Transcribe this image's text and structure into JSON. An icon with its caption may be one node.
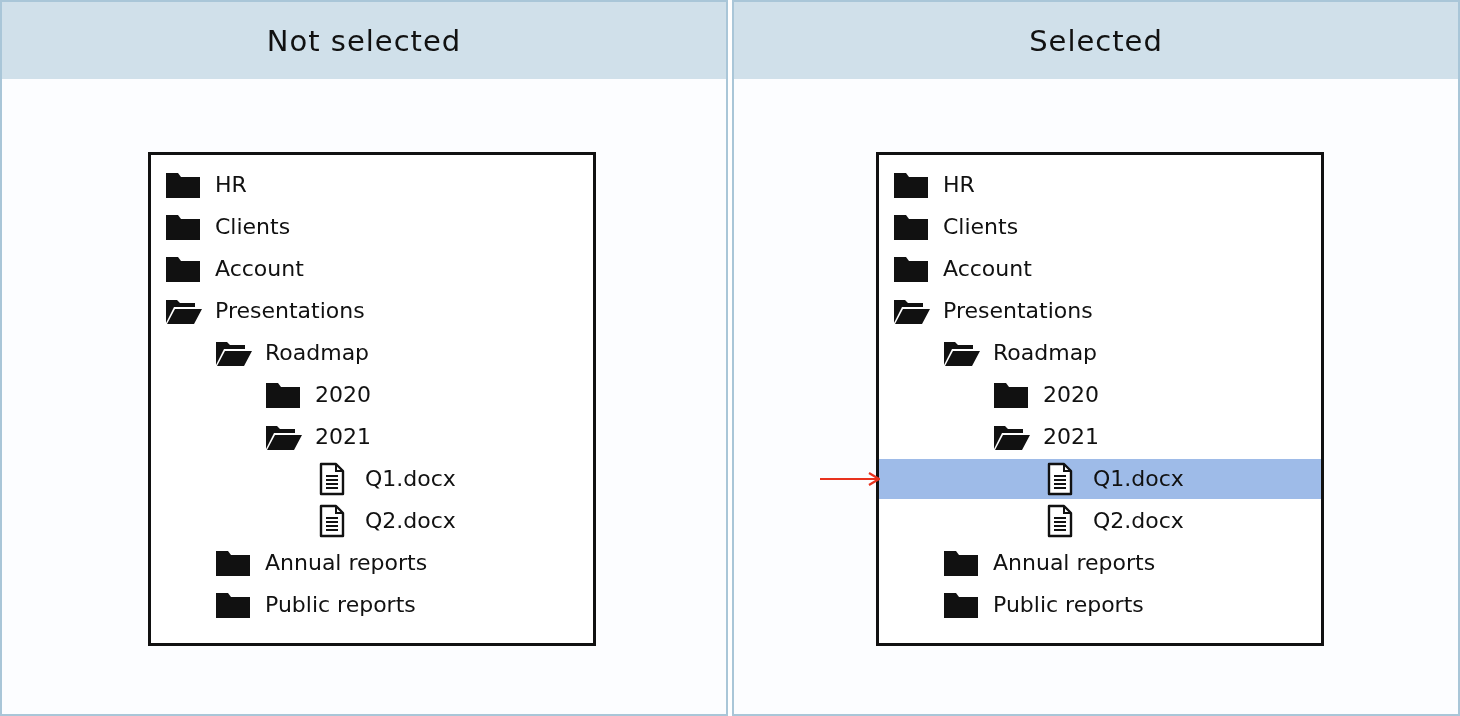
{
  "diagram": {
    "nodes": [
      {
        "text": [
          "Not selected"
        ]
      },
      {
        "text": [],
        "shape": "box",
        "in": 0
      },
      {
        "text": [
          "HR"
        ],
        "in": 1
      },
      {
        "text": [
          "Clients"
        ],
        "in": 1
      },
      {
        "text": [
          "Account"
        ],
        "in": 1
      },
      {
        "text": [
          "Presentations"
        ],
        "in": 1
      },
      {
        "text": [
          "Roadmap"
        ],
        "in": 1
      },
      {
        "text": [
          "2020"
        ],
        "in": 1
      },
      {
        "text": [
          "2021"
        ],
        "in": 1
      },
      {
        "text": [
          "Q1.docx"
        ],
        "in": 1
      },
      {
        "text": [
          "Q2.docx"
        ],
        "in": 1
      },
      {
        "text": [
          "Annual reports"
        ],
        "in": 1
      },
      {
        "text": [
          "Public reports"
        ],
        "in": 1
      },
      {
        "text": [
          "Selected"
        ]
      },
      {
        "text": [],
        "shape": "box",
        "in": 13
      },
      {
        "text": [
          "HR"
        ],
        "in": 14
      },
      {
        "text": [
          "Clients"
        ],
        "in": 14
      },
      {
        "text": [
          "Account"
        ],
        "in": 14
      },
      {
        "text": [
          "Presentations"
        ],
        "in": 14
      },
      {
        "text": [
          "Roadmap"
        ],
        "in": 14
      },
      {
        "text": [
          "2020"
        ],
        "in": 14
      },
      {
        "text": [
          "2021"
        ],
        "in": 14
      },
      {
        "text": [
          "Q1.docx"
        ],
        "in": 14
      },
      {
        "text": [
          "Q2.docx"
        ],
        "in": 14
      },
      {
        "text": [
          "Annual reports"
        ],
        "in": 14
      },
      {
        "text": [
          "Public reports"
        ],
        "in": 14
      }
    ],
    "edges": [
      {
        "from": null,
        "to": 22,
        "arrow": "to"
      }
    ]
  }
}
